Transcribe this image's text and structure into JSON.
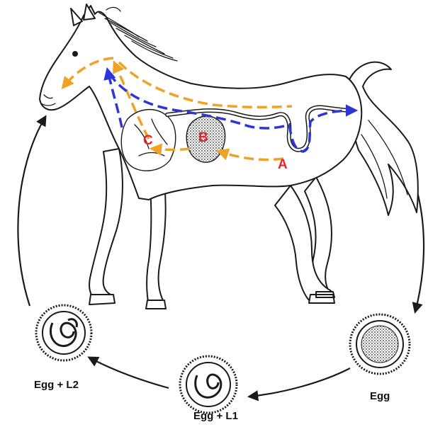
{
  "labels": {
    "a": "A",
    "b": "B",
    "c": "C"
  },
  "stages": {
    "egg": "Egg",
    "egg_l1": "Egg + L1",
    "egg_l2": "Egg + L2"
  },
  "colors": {
    "migration_path": "#f0a224",
    "return_path": "#2b35d8",
    "organ_label": "#e8232a",
    "outline": "#1a1a1a"
  }
}
